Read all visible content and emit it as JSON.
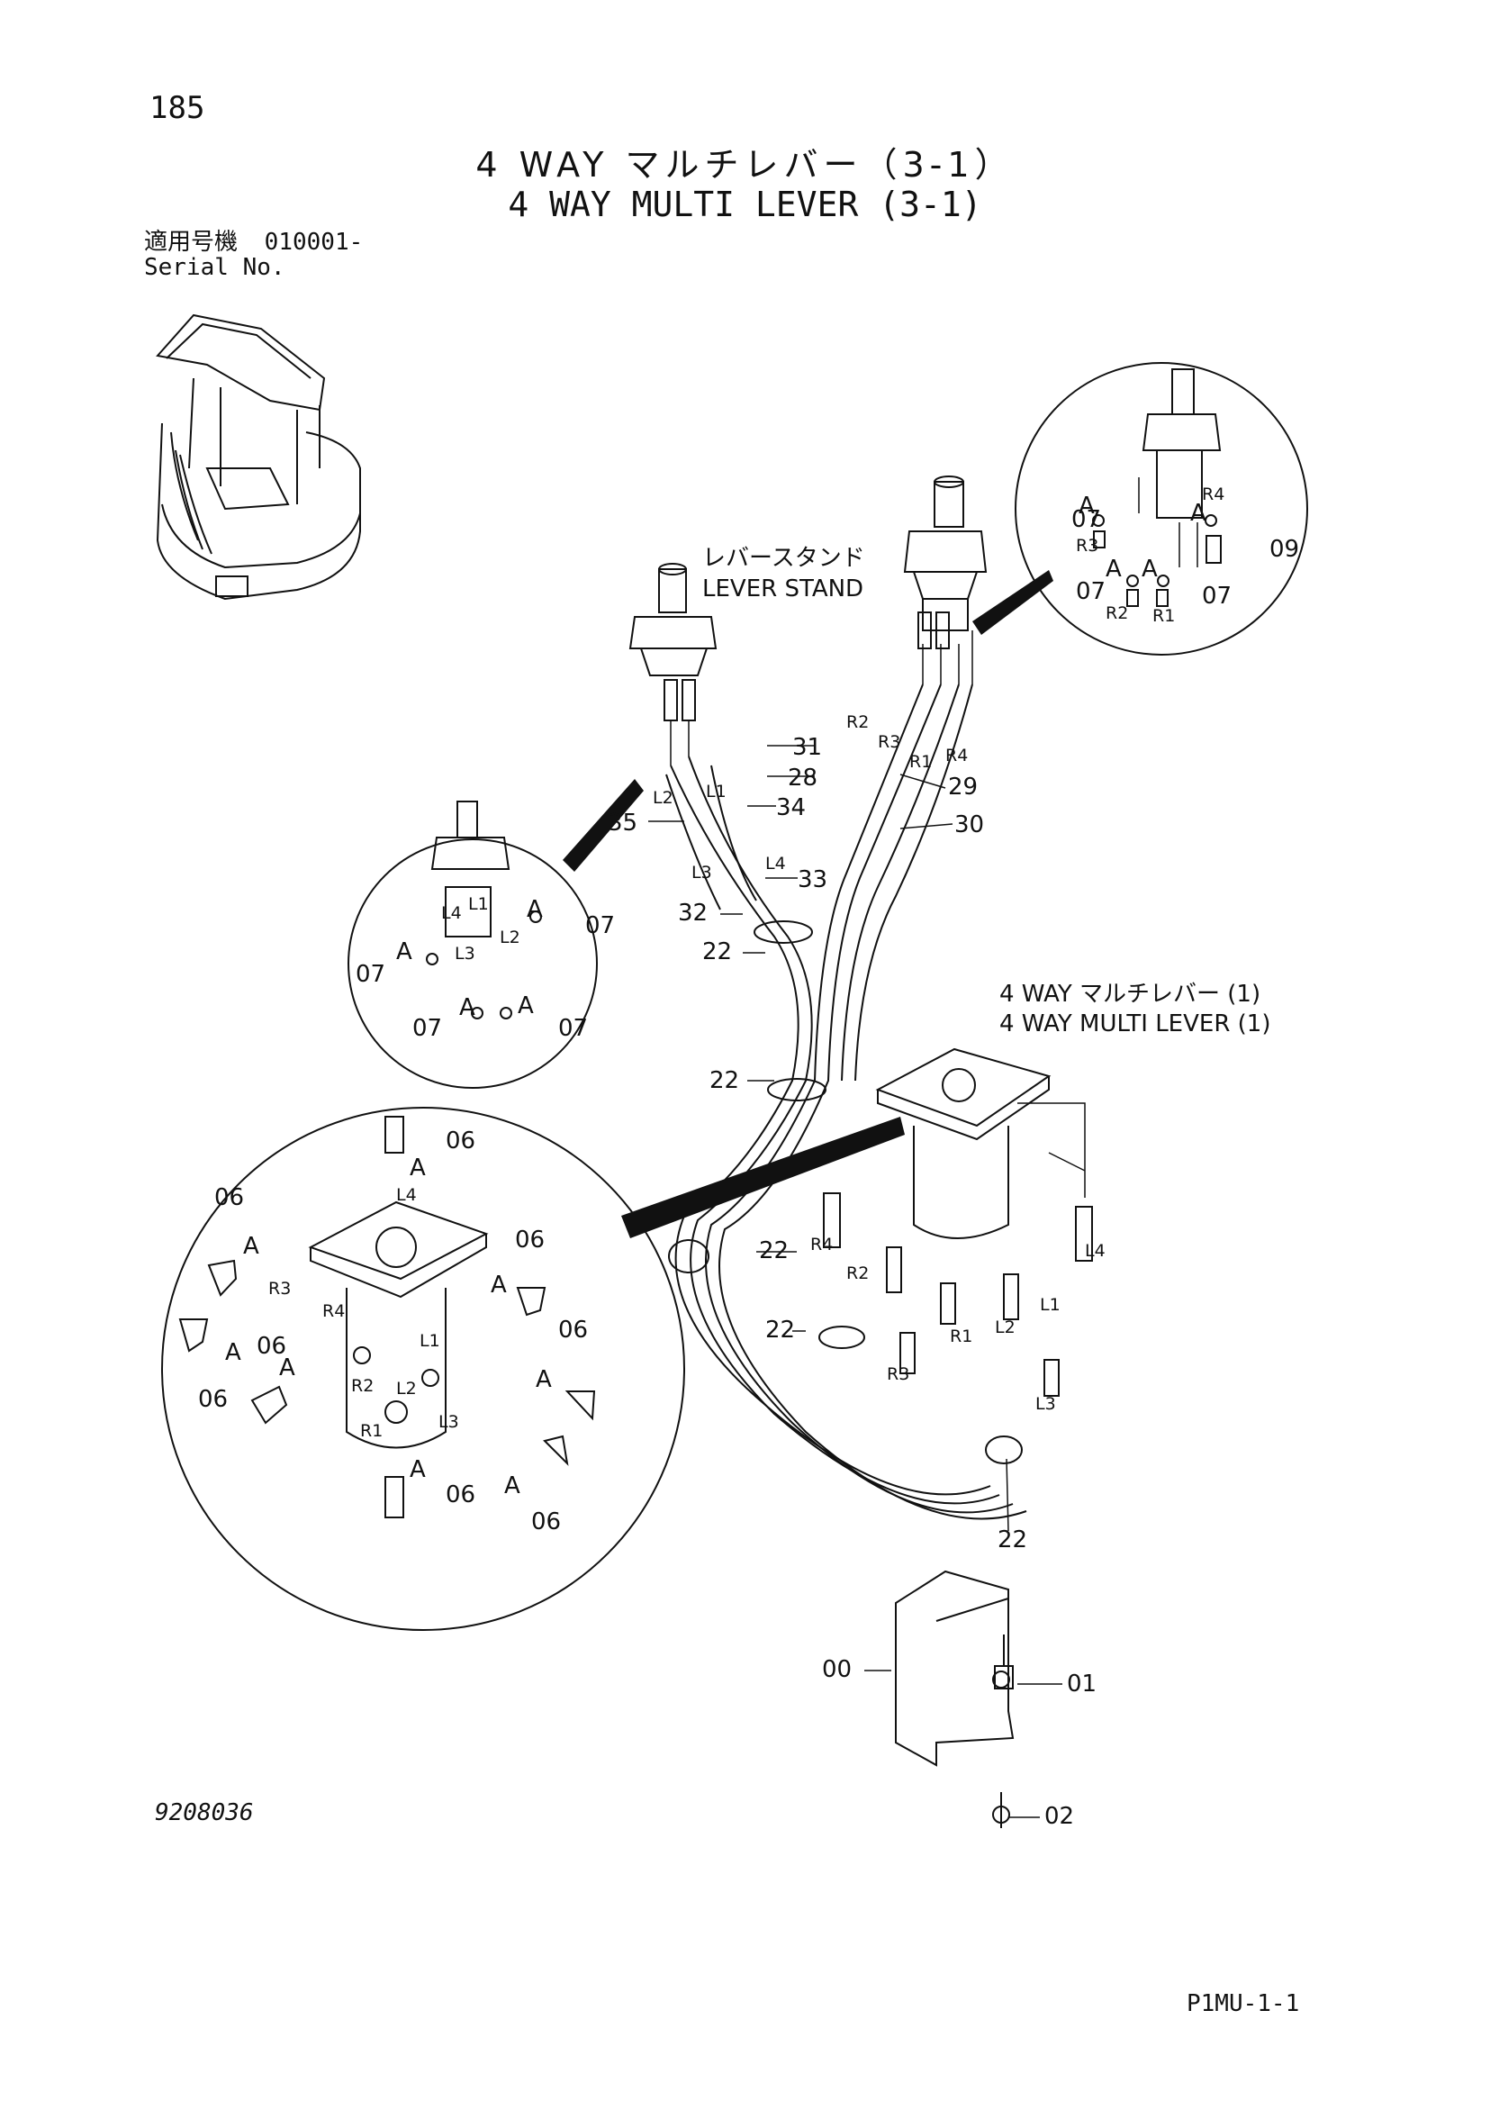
{
  "page_number": "185",
  "title_jp": "4 WAY マルチレバー（3-1）",
  "title_en": "4 WAY MULTI LEVER (3-1)",
  "serial_label_jp": "適用号機",
  "serial_value": "010001-",
  "serial_label_en": "Serial No.",
  "drawing_number": "9208036",
  "page_code": "P1MU-1-1",
  "lever_stand": {
    "jp": "レバースタンド",
    "en": "LEVER STAND"
  },
  "multi_lever": {
    "jp": "4 WAY マルチレバー (1)",
    "en": "4 WAY MULTI LEVER (1)"
  },
  "part_numbers": [
    "00",
    "01",
    "02",
    "06",
    "07",
    "09",
    "22",
    "28",
    "29",
    "30",
    "31",
    "32",
    "33",
    "34",
    "35"
  ],
  "port_labels": [
    "A",
    "R1",
    "R2",
    "R3",
    "R4",
    "L1",
    "L2",
    "L3",
    "L4"
  ]
}
